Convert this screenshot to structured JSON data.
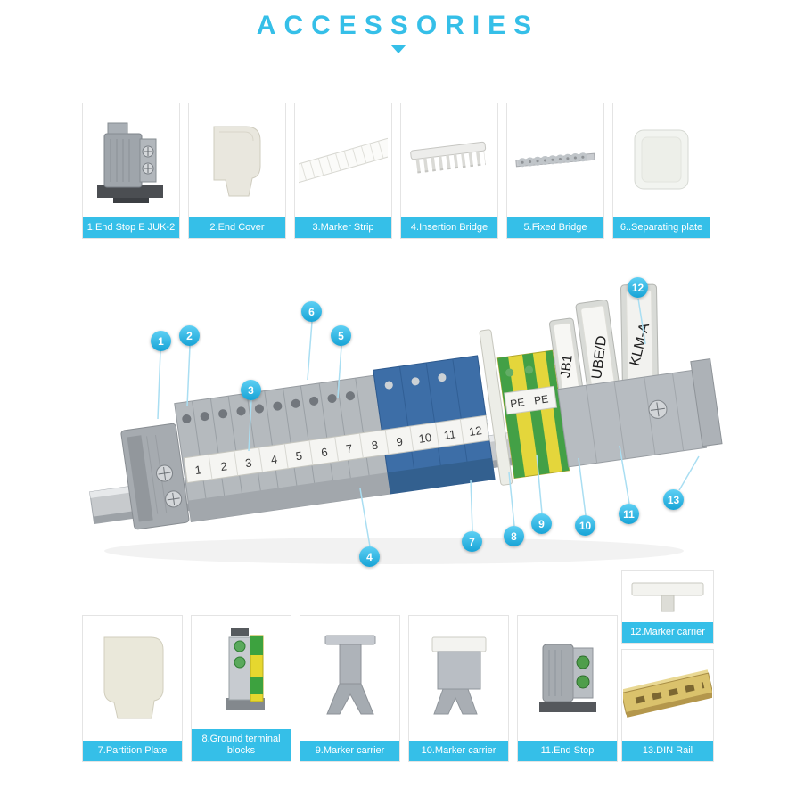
{
  "header": {
    "title": "ACCESSORIES",
    "accent": "#35bfe8"
  },
  "top_cards": [
    {
      "label": "1.End Stop E JUK-2",
      "icon": "end-stop-icon"
    },
    {
      "label": "2.End Cover",
      "icon": "end-cover-icon"
    },
    {
      "label": "3.Marker Strip",
      "icon": "marker-strip-icon"
    },
    {
      "label": "4.Insertion Bridge",
      "icon": "insertion-bridge-icon"
    },
    {
      "label": "5.Fixed Bridge",
      "icon": "fixed-bridge-icon"
    },
    {
      "label": "6..Separating plate",
      "icon": "separating-plate-icon"
    }
  ],
  "bottom_cards": [
    {
      "label": "7.Partition Plate",
      "icon": "partition-plate-icon"
    },
    {
      "label": "8.Ground terminal blocks",
      "icon": "ground-terminal-icon"
    },
    {
      "label": "9.Marker carrier",
      "icon": "marker-carrier-icon"
    },
    {
      "label": "10.Marker carrier",
      "icon": "marker-carrier-icon"
    },
    {
      "label": "11.End Stop",
      "icon": "end-stop-icon"
    }
  ],
  "right_cards": [
    {
      "label": "12.Marker carrier",
      "icon": "marker-carrier-icon"
    },
    {
      "label": "13.DIN Rail",
      "icon": "din-rail-icon"
    }
  ],
  "diagram": {
    "callouts": [
      "1",
      "2",
      "3",
      "4",
      "5",
      "6",
      "7",
      "8",
      "9",
      "10",
      "11",
      "12",
      "13"
    ],
    "marker_numbers": [
      "1",
      "2",
      "3",
      "4",
      "5",
      "6",
      "7",
      "8",
      "9",
      "10",
      "11",
      "12"
    ],
    "pe_labels": [
      "PE",
      "PE"
    ],
    "block_labels": [
      "JB1",
      "UBE/D",
      "KLM-A"
    ]
  }
}
